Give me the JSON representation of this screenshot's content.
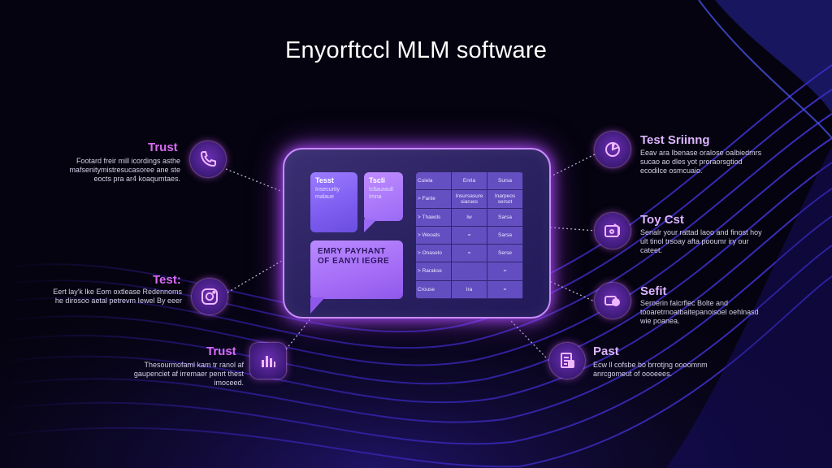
{
  "title": "Enyorftccl MLM software",
  "dashboard": {
    "tile1": {
      "title": "Tesst",
      "sub": "Insecurity\nmalaue"
    },
    "tile2": {
      "title": "Tscli",
      "sub": "Icltauraull\nImna"
    },
    "tile3": {
      "line1": "EMRY PAYHANT",
      "line2": "OF EANYI IEGRE"
    },
    "grid": [
      [
        "Cuiela",
        "Enrla",
        "Sursa"
      ],
      [
        "> Fanle",
        "Insursasure\nsiarues",
        "Inarpeos\nsersot"
      ],
      [
        "> Thawds",
        "Iw",
        "Sarsa"
      ],
      [
        "> Weoats",
        "=",
        "Sarsa"
      ],
      [
        "> Onaselo",
        "=",
        "Serse"
      ],
      [
        "> Rarakse",
        "",
        "="
      ],
      [
        "Crouse",
        "Ira",
        "="
      ]
    ]
  },
  "features": [
    {
      "title": "Trust",
      "desc": "Footard freir mill icordings asthe mafsenitymistresucasoree ane ste eocts pra ar4 koaqumtaes.",
      "icon": "phone-icon"
    },
    {
      "title": "Test:",
      "desc": "Eert lay'k lke Eom oxtlease Redennoms he dirosoo aetal petrevm Iewel By eeer",
      "icon": "camera-icon"
    },
    {
      "title": "Trust",
      "desc": "Thesourmofaml kam tr ranol af gaupenciet af irremaer penrt thest imoceed.",
      "icon": "bar-chart-icon"
    },
    {
      "title": "Test Sriinng",
      "desc": "Eeav ara Ibenase oralose oalbiedmrs sucao ao dles yot proraorsgtiod ecodilce osmcuaio.",
      "icon": "pie-chart-icon"
    },
    {
      "title": "Toy Cst",
      "desc": "Senalr your rattad laoo and finost hoy ult tinol trsoay afta pooumr iry our cateet.",
      "icon": "wallet-icon"
    },
    {
      "title": "Sefit",
      "desc": "Seroerin falcrflec Bolte and tooaretrnoatbaitepanoisoel oehlnasd wie poanea.",
      "icon": "toggle-icon"
    },
    {
      "title": "Past",
      "desc": "Ecw ll cofsbe bo brrotjng oooomnm anrcgomeut of oooeees.",
      "icon": "document-icon"
    }
  ],
  "colors": {
    "background": "#05030f",
    "accent_glow": "#c98bff",
    "feature_title_left": "#d86bf3",
    "feature_title_right": "#dcb4ff",
    "wave": "#3b2cd0"
  }
}
